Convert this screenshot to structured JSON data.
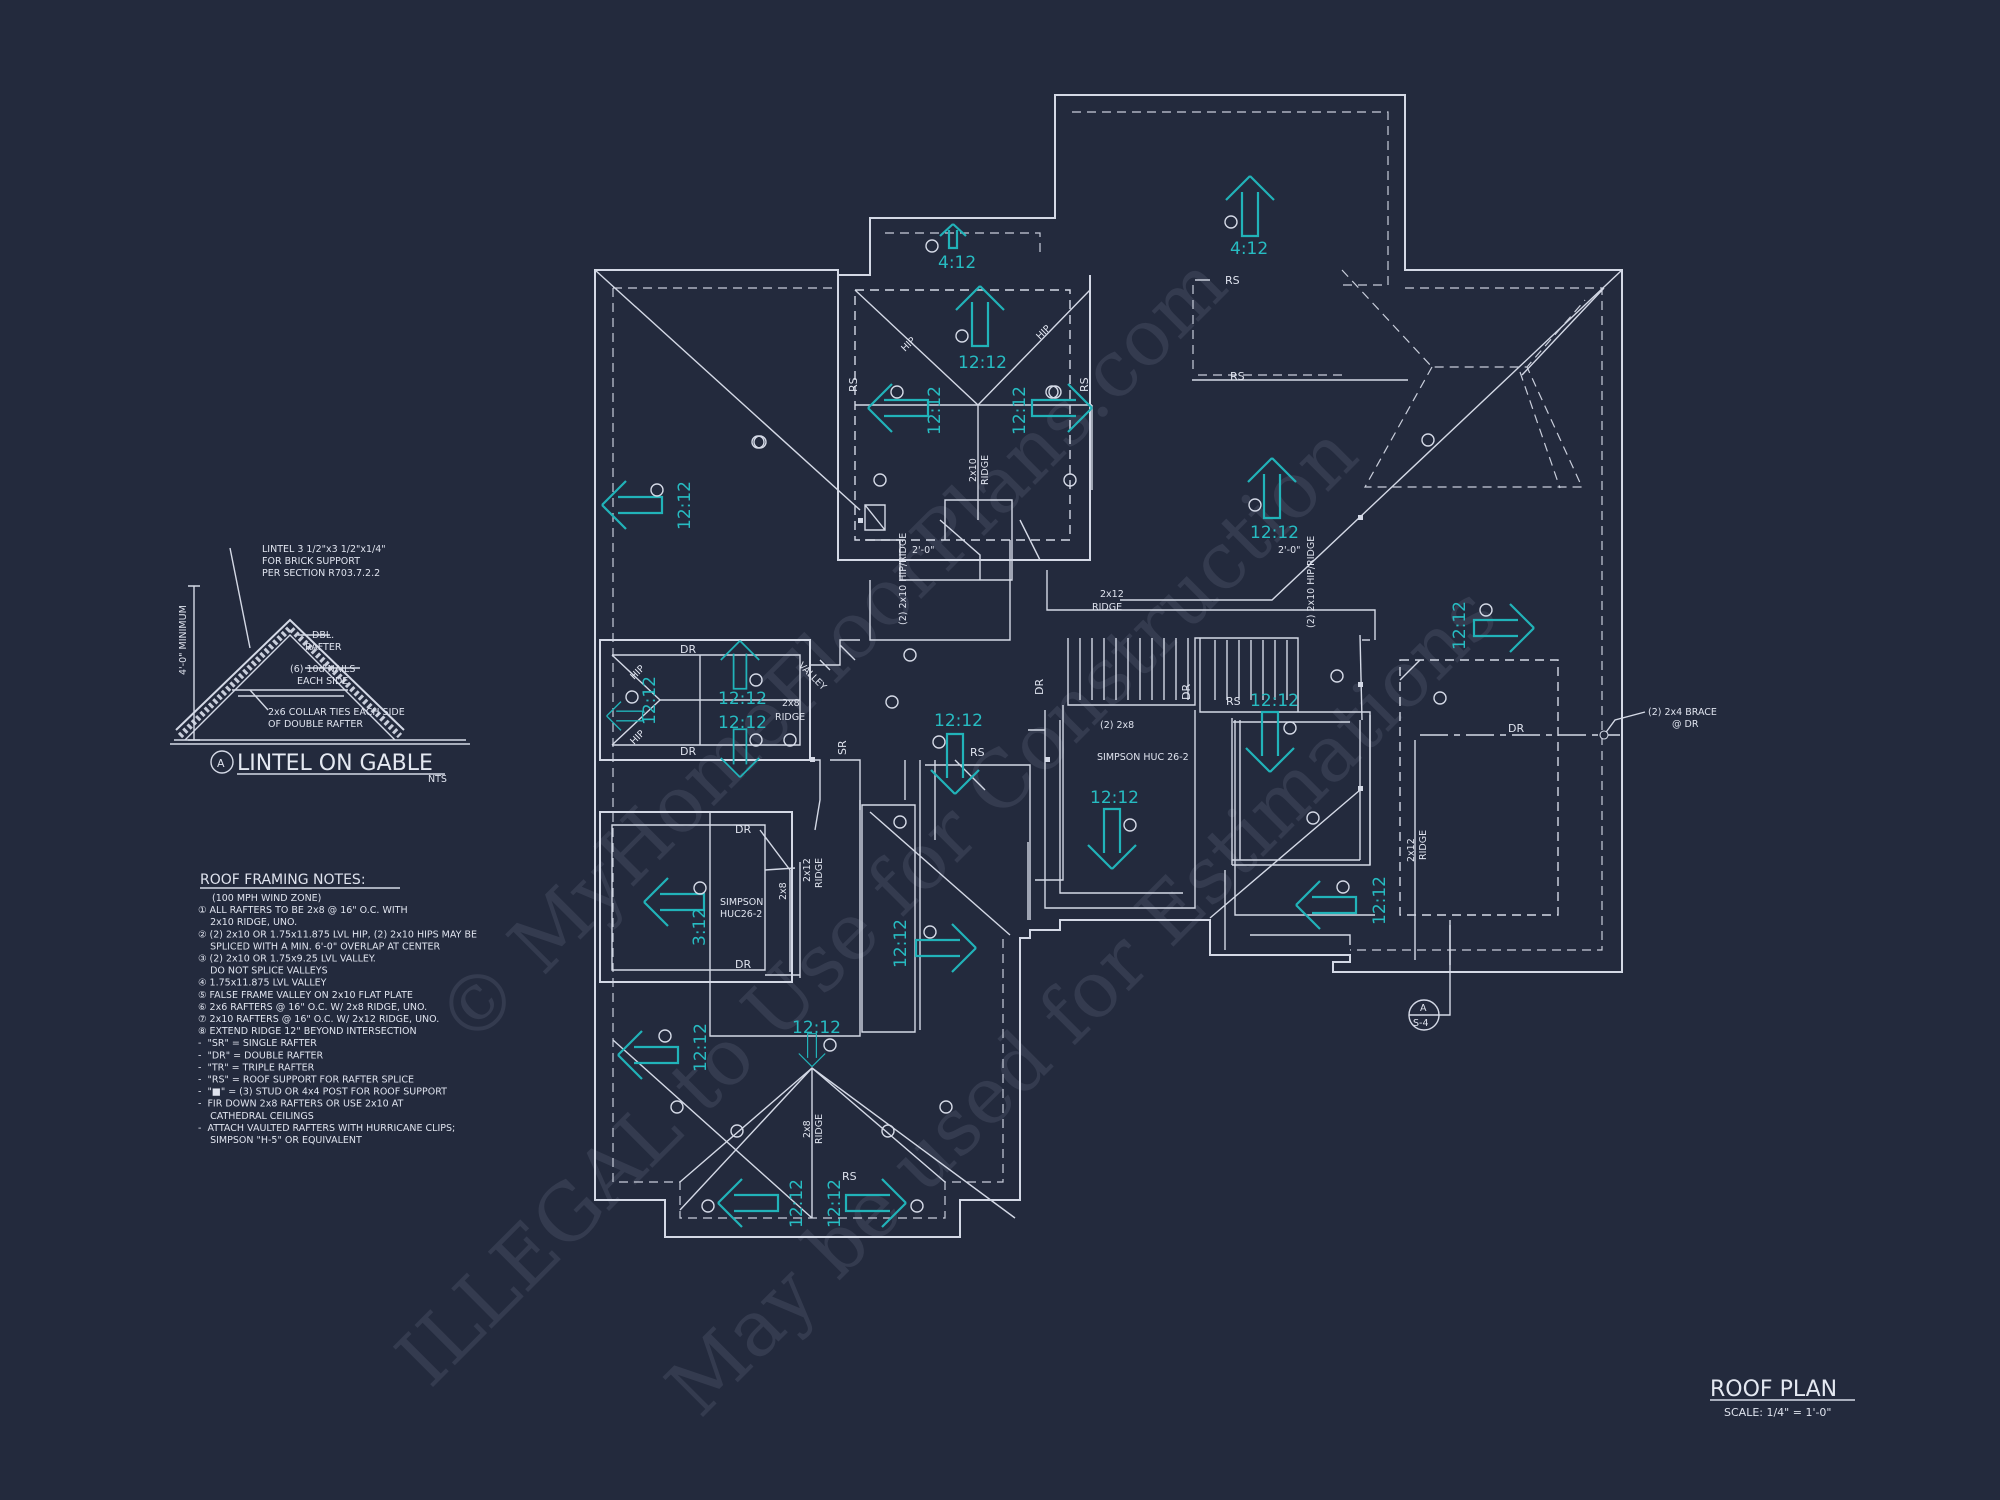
{
  "watermark": {
    "line1": "© MyHomeFloorPlans.com",
    "line2": "ILLEGAL to Use for Construction",
    "line3": "May be used for Estimations"
  },
  "detail": {
    "lintel_note_1": "LINTEL 3 1/2\"x3 1/2\"x1/4\"",
    "lintel_note_2": "FOR BRICK SUPPORT",
    "lintel_note_3": "PER SECTION R703.7.2.2",
    "min_label": "4'-0\" MINIMUM",
    "dbl_rafter_1": "DBL.",
    "dbl_rafter_2": "RAFTER",
    "nails_1": "(6) 10d NAILS",
    "nails_2": "EACH SIDE",
    "collar_1": "2x6 COLLAR TIES EACH SIDE",
    "collar_2": "OF DOUBLE RAFTER",
    "tag": "A",
    "title": "LINTEL ON GABLE",
    "scale": "NTS"
  },
  "notes": {
    "heading": "ROOF FRAMING NOTES:",
    "items": [
      "(100 MPH WIND ZONE)",
      "① ALL RAFTERS TO BE 2x8 @ 16\" O.C. WITH",
      "    2x10 RIDGE, UNO.",
      "② (2) 2x10 OR 1.75x11.875 LVL HIP, (2) 2x10 HIPS MAY BE",
      "    SPLICED WITH A MIN. 6'-0\" OVERLAP AT CENTER",
      "③ (2) 2x10 OR 1.75x9.25 LVL VALLEY.",
      "    DO NOT SPLICE VALLEYS",
      "④ 1.75x11.875 LVL VALLEY",
      "⑤ FALSE FRAME VALLEY ON 2x10 FLAT PLATE",
      "⑥ 2x6 RAFTERS @ 16\" O.C. W/ 2x8 RIDGE, UNO.",
      "⑦ 2x10 RAFTERS @ 16\" O.C. W/ 2x12 RIDGE, UNO.",
      "⑧ EXTEND RIDGE 12\" BEYOND INTERSECTION",
      "-  \"SR\" = SINGLE RAFTER",
      "-  \"DR\" = DOUBLE RAFTER",
      "-  \"TR\" = TRIPLE RAFTER",
      "-  \"RS\" = ROOF SUPPORT FOR RAFTER SPLICE",
      "-  \"■\" = (3) STUD OR 4x4 POST FOR ROOF SUPPORT",
      "-  FIR DOWN 2x8 RAFTERS OR USE 2x10 AT",
      "    CATHEDRAL CEILINGS",
      "-  ATTACH VAULTED RAFTERS WITH HURRICANE CLIPS;",
      "    SIMPSON \"H-5\" OR EQUIVALENT"
    ]
  },
  "plan": {
    "pitches": {
      "p1": "4:12",
      "p2": "4:12",
      "p3": "12:12",
      "p4": "12:12",
      "p5": "12:12",
      "p6": "12:12",
      "p7": "12:12",
      "p8": "12:12",
      "p9": "12:12",
      "p10": "12:12",
      "p11": "12:12",
      "p12": "12:12",
      "p13": "12:12",
      "p14": "12:12",
      "p15": "12:12",
      "p16": "3:12",
      "p17": "12:12",
      "p18": "12:12",
      "p19": "12:12",
      "p20": "12:12",
      "p21": "12:12",
      "p22": "12:12"
    },
    "labels": {
      "rs": "RS",
      "dr": "DR",
      "sr": "SR",
      "ridge": "RIDGE",
      "hip": "HIP",
      "x2x10": "2x10",
      "x2x8": "2x8",
      "x2x12": "2x12",
      "hip_ridge": "(2) 2x10 HIP/RIDGE",
      "dim": "2'-0\"",
      "simpson_1": "SIMPSON HUC 26-2",
      "simpson_2a": "SIMPSON",
      "simpson_2b": "HUC26-2",
      "two_2x8": "(2) 2x8",
      "brace_1": "(2) 2x4 BRACE",
      "brace_2": "@ DR",
      "valley": "VALLEY",
      "section_top": "A",
      "section_bottom": "S-4"
    }
  },
  "title_block": {
    "title": "ROOF PLAN",
    "scale": "SCALE: 1/4\" = 1'-0\""
  }
}
